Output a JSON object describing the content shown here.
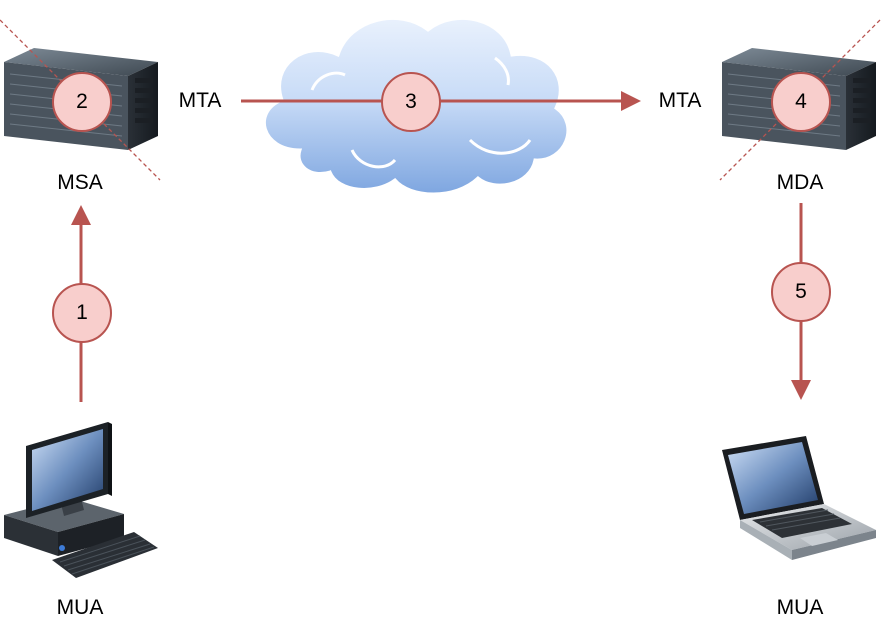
{
  "diagram": {
    "nodes": {
      "msa": {
        "label": "MSA",
        "icon": "server-icon"
      },
      "mda": {
        "label": "MDA",
        "icon": "server-icon"
      },
      "mta_left": {
        "label": "MTA"
      },
      "mta_right": {
        "label": "MTA"
      },
      "mua_sender": {
        "label": "MUA",
        "icon": "desktop-computer-icon"
      },
      "mua_receiver": {
        "label": "MUA",
        "icon": "laptop-icon"
      },
      "internet": {
        "icon": "cloud-icon"
      }
    },
    "steps": [
      {
        "number": "1",
        "from": "MUA",
        "to": "MSA"
      },
      {
        "number": "2",
        "on": "MSA"
      },
      {
        "number": "3",
        "from": "MTA",
        "to": "MTA"
      },
      {
        "number": "4",
        "on": "MDA"
      },
      {
        "number": "5",
        "from": "MDA",
        "to": "MUA"
      }
    ],
    "colors": {
      "arrow": "#b85450",
      "badge_fill": "#f8cecc",
      "badge_stroke": "#b85450",
      "cloud_top": "#dae8fc",
      "cloud_bottom": "#7ea6e0"
    }
  }
}
